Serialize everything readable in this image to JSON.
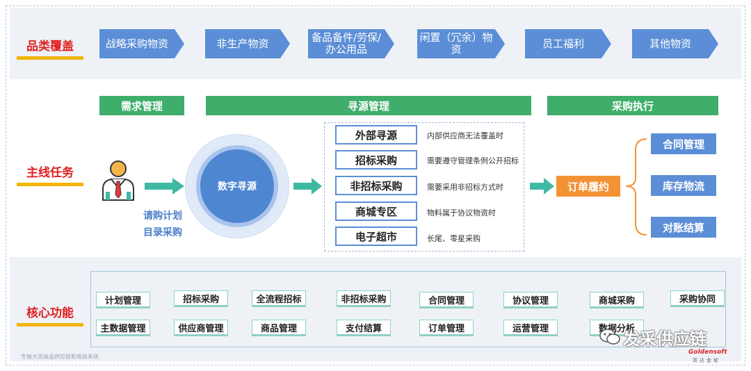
{
  "rows": {
    "category": "品类覆盖",
    "main_task": "主线任务",
    "core": "核心功能"
  },
  "categories": [
    {
      "label": "战略采购物资"
    },
    {
      "label": "非生产物资"
    },
    {
      "label": "备品备件/劳保/办公用品"
    },
    {
      "label": "闲置（冗余）物资"
    },
    {
      "label": "员工福利"
    },
    {
      "label": "其他物资"
    }
  ],
  "headers": {
    "demand": "需求管理",
    "sourcing": "寻源管理",
    "execution": "采购执行"
  },
  "demand": {
    "line1": "请购计划",
    "line2": "目录采购"
  },
  "circle_label": "数字寻源",
  "sourcing_items": [
    {
      "name": "外部寻源",
      "desc": "内部供应商无法覆盖时"
    },
    {
      "name": "招标采购",
      "desc": "需要遵守管理条例公开招标"
    },
    {
      "name": "非招标采购",
      "desc": "需要采用非招标方式时"
    },
    {
      "name": "商城专区",
      "desc": "物料属于协议物资时"
    },
    {
      "name": "电子超市",
      "desc": "长尾、零星采购"
    }
  ],
  "order": "订单履约",
  "execution_items": [
    "合同管理",
    "库存物流",
    "对账结算"
  ],
  "functions_row1": [
    "计划管理",
    "招标采购",
    "全流程招标",
    "非招标采购",
    "合同管理",
    "协议管理",
    "商城采购",
    "采购协同"
  ],
  "functions_row2": [
    "主数据管理",
    "供应商管理",
    "商品管理",
    "支付结算",
    "订单管理",
    "运营管理",
    "数据分析",
    ""
  ],
  "footer": "专做大宗商品供应链和电商系统",
  "watermark": "发采供应链",
  "brand": "Goldensoft",
  "brand_sub": "高达金软",
  "colors": {
    "blue": "#5b8ed6",
    "green": "#3fae6a",
    "orange": "#f39234",
    "red": "#e02020",
    "teal": "#3fb9a3"
  }
}
